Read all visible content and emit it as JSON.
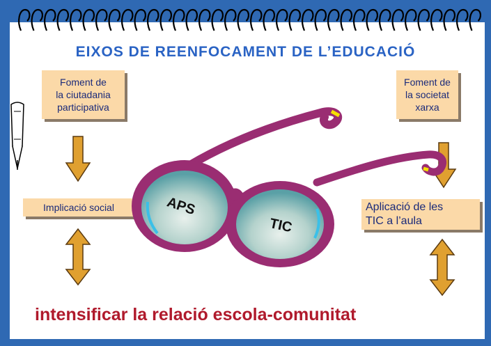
{
  "title": "EIXOS DE REENFOCAMENT  DE L’EDUCACIÓ",
  "left_top_box": {
    "lines": [
      "Foment de",
      "la ciutadania",
      "participativa"
    ]
  },
  "left_mid_box": {
    "text": "Implicació social"
  },
  "right_top_box": {
    "lines": [
      "Foment de",
      "la societat",
      "xarxa"
    ]
  },
  "right_mid_box": {
    "lines": [
      "Aplicació de les",
      "TIC a l’aula"
    ]
  },
  "lens_left_label": "APS",
  "lens_right_label": "TIC",
  "conclusion": "intensificar la relació escola-comunitat",
  "colors": {
    "background": "#2f69b3",
    "paper": "#ffffff",
    "title": "#2a63c4",
    "box_fill": "#fbd9a8",
    "box_text": "#1a2a7a",
    "arrow": "#e0a030",
    "glasses_frame": "#9a2d72",
    "lens": "#9fc6bf",
    "conclusion": "#b01a2c"
  },
  "icons": [
    "spiral-binding-icon",
    "pen-icon",
    "glasses-icon",
    "down-arrow-icon",
    "double-arrow-icon"
  ]
}
